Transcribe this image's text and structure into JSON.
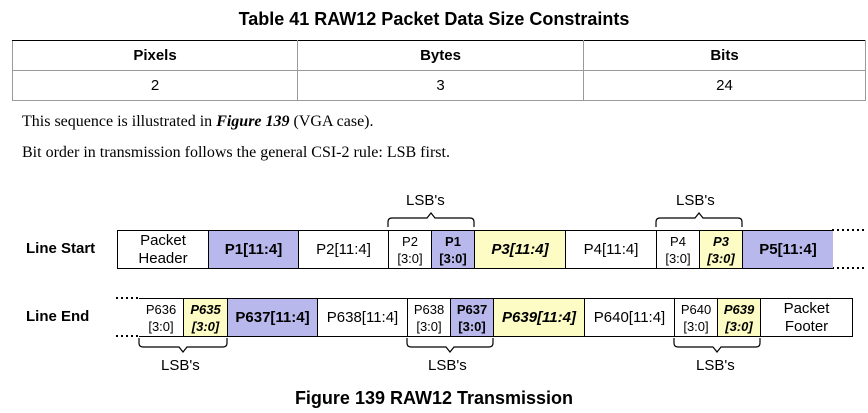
{
  "table": {
    "caption": "Table 41 RAW12 Packet Data Size Constraints",
    "headers": [
      "Pixels",
      "Bytes",
      "Bits"
    ],
    "rows": [
      [
        "2",
        "3",
        "24"
      ]
    ]
  },
  "text": {
    "line1_pre": "This sequence is illustrated in ",
    "line1_ref": "Figure 139",
    "line1_post": " (VGA case).",
    "line2": "Bit order in transmission follows the general CSI-2 rule: LSB first."
  },
  "figure": {
    "caption": "Figure 139 RAW12 Transmission",
    "lsb_label": "LSB's",
    "line_start": {
      "label": "Line Start",
      "cells": [
        {
          "l1": "Packet",
          "l2": "Header"
        },
        {
          "l1": "P1[11:4]"
        },
        {
          "l1": "P2[11:4]"
        },
        {
          "l1": "P2",
          "l2": "[3:0]"
        },
        {
          "l1": "P1",
          "l2": "[3:0]"
        },
        {
          "l1": "P3[11:4]"
        },
        {
          "l1": "P4[11:4]"
        },
        {
          "l1": "P4",
          "l2": "[3:0]"
        },
        {
          "l1": "P3",
          "l2": "[3:0]"
        },
        {
          "l1": "P5[11:4]"
        }
      ]
    },
    "line_end": {
      "label": "Line End",
      "cells": [
        {
          "l1": "P636",
          "l2": "[3:0]"
        },
        {
          "l1": "P635",
          "l2": "[3:0]"
        },
        {
          "l1": "P637[11:4]"
        },
        {
          "l1": "P638[11:4]"
        },
        {
          "l1": "P638",
          "l2": "[3:0]"
        },
        {
          "l1": "P637",
          "l2": "[3:0]"
        },
        {
          "l1": "P639[11:4]"
        },
        {
          "l1": "P640[11:4]"
        },
        {
          "l1": "P640",
          "l2": "[3:0]"
        },
        {
          "l1": "P639",
          "l2": "[3:0]"
        },
        {
          "l1": "Packet",
          "l2": "Footer"
        }
      ]
    },
    "colors": {
      "msb_blue": "#b8b8ec",
      "msb_yellow": "#fcfcc4"
    }
  }
}
